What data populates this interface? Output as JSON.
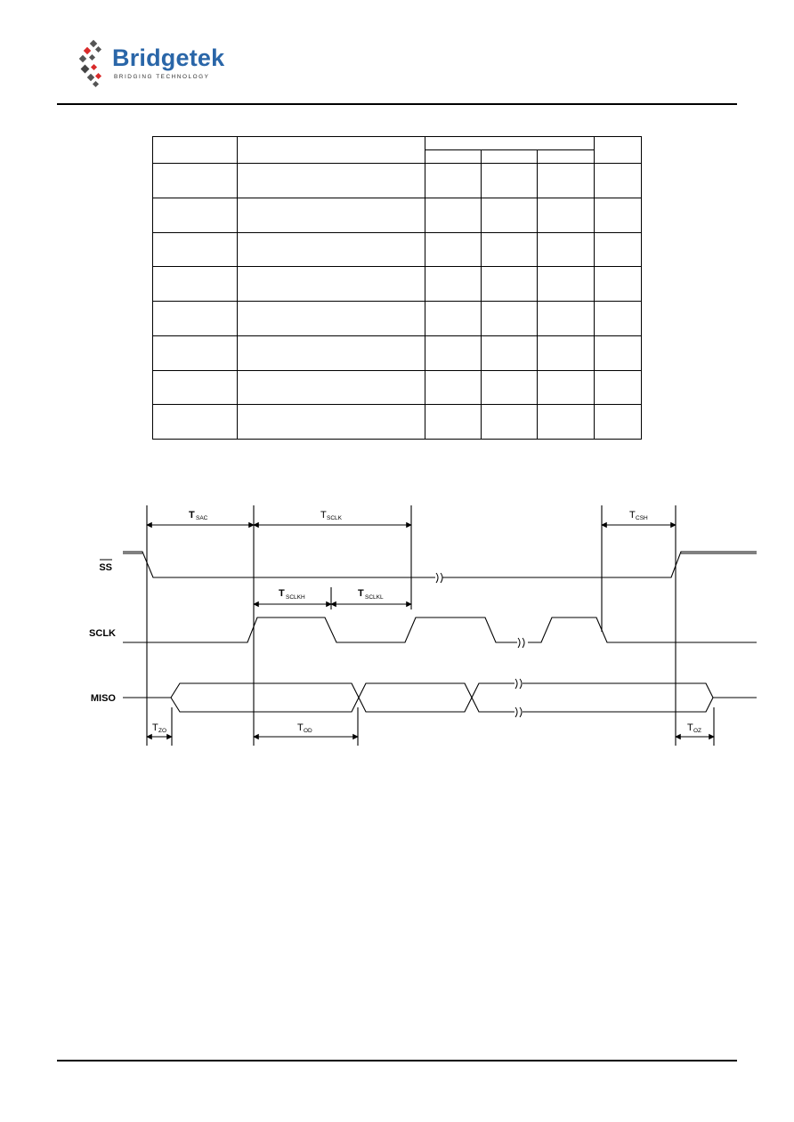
{
  "header": {
    "brand_name": "Bridgetek",
    "brand_tagline": "BRIDGING TECHNOLOGY",
    "logo_colors": {
      "primary": "#2a66a8",
      "accent": "#d92a2a",
      "dark": "#555555"
    }
  },
  "table": {
    "data_rows": 8
  },
  "timing_diagram": {
    "signals": [
      {
        "id": "ss",
        "label": "SS",
        "overline": true
      },
      {
        "id": "sclk",
        "label": "SCLK",
        "overline": false
      },
      {
        "id": "miso",
        "label": "MISO",
        "overline": false
      }
    ],
    "params": [
      {
        "id": "tsac",
        "main": "T",
        "sub": "SAC"
      },
      {
        "id": "tsclk",
        "main": "T",
        "sub": "SCLK"
      },
      {
        "id": "tcsh",
        "main": "T",
        "sub": "CSH"
      },
      {
        "id": "tsclkh",
        "main": "T",
        "sub": "SCLKH"
      },
      {
        "id": "tsclkl",
        "main": "T",
        "sub": "SCLKL"
      },
      {
        "id": "tzo",
        "main": "T",
        "sub": "ZO"
      },
      {
        "id": "tod",
        "main": "T",
        "sub": "OD"
      },
      {
        "id": "toz",
        "main": "T",
        "sub": "OZ"
      }
    ]
  }
}
